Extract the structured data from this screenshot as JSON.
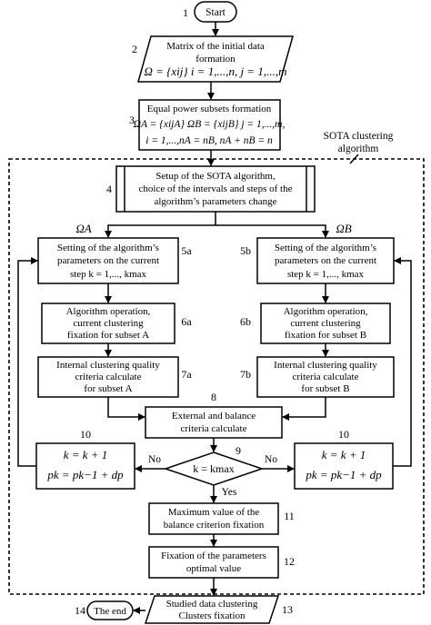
{
  "nodes": {
    "start": {
      "num": "1",
      "lines": [
        "Start"
      ]
    },
    "matrix": {
      "num": "2",
      "lines": [
        "Matrix of the initial data",
        "formation",
        "Ω = {xij} i = 1,...,n, j = 1,...,m"
      ]
    },
    "subsets": {
      "num": "3",
      "lines": [
        "Equal power subsets formation",
        "ΩA = {xijA} ΩB = {xijB} j = 1,...,m,",
        "i = 1,...,nA = nB, nA + nB = n"
      ]
    },
    "setup": {
      "num": "4",
      "lines": [
        "Setup of the SOTA algorithm,",
        "choice of the intervals and steps of the",
        "algorithm’s parameters change"
      ]
    },
    "set_a": {
      "num": "5a",
      "lines": [
        "Setting of the algorithm’s",
        "parameters on the current",
        "step  k = 1,..., kmax"
      ]
    },
    "set_b": {
      "num": "5b",
      "lines": [
        "Setting of the algorithm’s",
        "parameters on the current",
        "step  k = 1,..., kmax"
      ]
    },
    "op_a": {
      "num": "6a",
      "lines": [
        "Algorithm operation,",
        "current clustering",
        "fixation for subset A"
      ]
    },
    "op_b": {
      "num": "6b",
      "lines": [
        "Algorithm operation,",
        "current clustering",
        "fixation for subset B"
      ]
    },
    "int_a": {
      "num": "7a",
      "lines": [
        "Internal clustering quality",
        "criteria calculate",
        "for subset A"
      ]
    },
    "int_b": {
      "num": "7b",
      "lines": [
        "Internal clustering quality",
        "criteria calculate",
        "for subset B"
      ]
    },
    "ext": {
      "num": "8",
      "lines": [
        "External and balance",
        "criteria calculate"
      ]
    },
    "cond": {
      "num": "9",
      "lines": [
        "k = kmax"
      ]
    },
    "upd_l": {
      "num": "10",
      "lines": [
        "k = k + 1",
        "pk = pk−1 + dp"
      ]
    },
    "upd_r": {
      "num": "10",
      "lines": [
        "k = k + 1",
        "pk = pk−1 + dp"
      ]
    },
    "maxval": {
      "num": "11",
      "lines": [
        "Maximum value of the",
        "balance criterion fixation"
      ]
    },
    "fixparam": {
      "num": "12",
      "lines": [
        "Fixation of the parameters",
        "optimal value"
      ]
    },
    "clusters": {
      "num": "13",
      "lines": [
        "Studied data clustering",
        "Clusters fixation"
      ]
    },
    "end": {
      "num": "14",
      "lines": [
        "The end"
      ]
    }
  },
  "labels": {
    "group_title": [
      "SOTA clustering",
      "algorithm"
    ],
    "omega_a": "ΩA",
    "omega_b": "ΩB",
    "no_left": "No",
    "no_right": "No",
    "yes": "Yes"
  }
}
